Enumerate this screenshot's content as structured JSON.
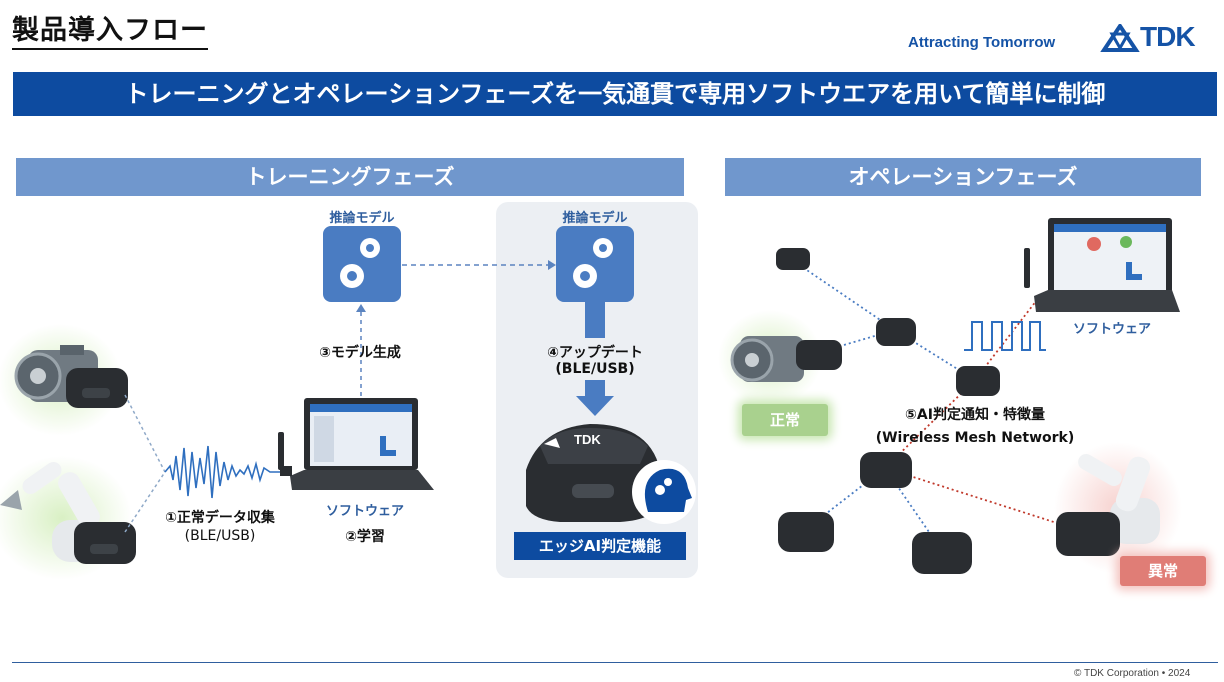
{
  "header": {
    "page_title": "製品導入フロー",
    "tagline": "Attracting Tomorrow",
    "logo_text": "TDK"
  },
  "banner": "トレーニングとオペレーションフェーズを一気通貫で専用ソフトウエアを用いて簡単に制御",
  "training": {
    "header": "トレーニングフェーズ",
    "step1": {
      "label": "①正常データ収集",
      "sub": "(BLE/USB)"
    },
    "software_label": "ソフトウェア",
    "step2": "②学習",
    "step3": "③モデル生成",
    "model_label_1": "推論モデル",
    "model_label_2": "推論モデル",
    "step4": {
      "label": "④アップデート",
      "sub": "(BLE/USB)"
    },
    "edge_badge": "エッジAI判定機能",
    "device_brand": "TDK"
  },
  "operation": {
    "header": "オペレーションフェーズ",
    "software_label": "ソフトウェア",
    "step5": {
      "label": "⑤AI判定通知・特徴量",
      "sub": "(Wireless Mesh Network)"
    },
    "normal_label": "正常",
    "abnormal_label": "異常"
  },
  "footer": {
    "copyright": "© TDK Corporation • 2024"
  },
  "colors": {
    "brand_blue": "#0d4ba0",
    "phase_blue": "#7097cd",
    "model_blue": "#4a7cc2",
    "normal_green": "#a9d18e",
    "abnormal_red": "#e07d76"
  }
}
